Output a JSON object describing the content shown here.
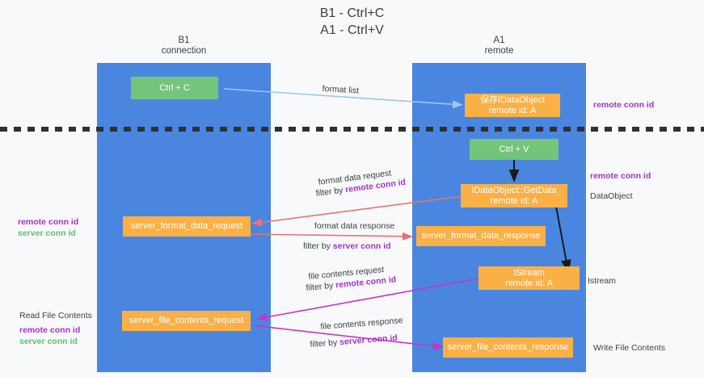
{
  "title": "B1 - Ctrl+C\nA1 - Ctrl+V",
  "colors": {
    "lane": "#4a86e0",
    "green_box": "#74c47c",
    "orange_box": "#fbb046",
    "purple_text": "#a335c6",
    "green_text": "#5fbf6e",
    "arrow_blue": "#9fc5f0",
    "arrow_red": "#e8736e",
    "arrow_magenta": "#c236c6",
    "arrow_black": "#1a1a1a",
    "dashed_divider": "#303030",
    "background": "#f8f9fa"
  },
  "lanes": [
    {
      "id": "b1",
      "title": "B1\nconnection"
    },
    {
      "id": "a1",
      "title": "A1\nremote"
    }
  ],
  "boxes": [
    {
      "id": "ctrl-c",
      "text": "Ctrl + C",
      "style": "green"
    },
    {
      "id": "save-idataobject",
      "text": "保存IDataObject\nremote id: A",
      "style": "orange"
    },
    {
      "id": "ctrl-v",
      "text": "Ctrl + V",
      "style": "green"
    },
    {
      "id": "idataobject-getdata",
      "text": "IDataObject::GetData\nremote id: A",
      "style": "orange"
    },
    {
      "id": "server-format-data-request",
      "text": "server_format_data_request",
      "style": "orange"
    },
    {
      "id": "server-format-data-response",
      "text": "server_format_data_response",
      "style": "orange"
    },
    {
      "id": "istream",
      "text": "IStream\nremote id: A",
      "style": "orange"
    },
    {
      "id": "server-file-contents-request",
      "text": "server_file_contents_request",
      "style": "orange"
    },
    {
      "id": "server-file-contents-response",
      "text": "server_file_contents_response",
      "style": "orange"
    }
  ],
  "edge_labels": {
    "format_list": "format list",
    "format_data_request": "format data request",
    "format_data_request_filter_pre": "filter by ",
    "format_data_request_filter_key": "remote conn id",
    "format_data_response": "format data response",
    "format_data_response_filter_pre": "filter by ",
    "format_data_response_filter_key": "server conn id",
    "file_contents_request": "file contents request",
    "file_contents_request_filter_pre": "filter by ",
    "file_contents_request_filter_key": "remote conn id",
    "file_contents_response": "file contents response",
    "file_contents_response_filter_pre": "filter by ",
    "file_contents_response_filter_key": "server conn id"
  },
  "annotations": {
    "right_remote_conn_id_top": "remote conn id",
    "right_remote_conn_id_mid": "remote conn id",
    "right_dataobject": "DataObject",
    "right_istream": "Istream",
    "right_write_file_contents": "Write File Contents",
    "left_remote_conn_id": "remote conn id",
    "left_server_conn_id": "server conn id",
    "left_read_file_contents": "Read File Contents",
    "left_remote_conn_id_2": "remote conn id",
    "left_server_conn_id_2": "server conn id"
  }
}
